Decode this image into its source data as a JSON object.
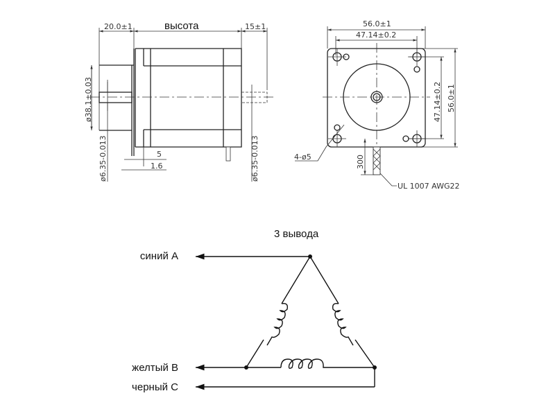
{
  "side_view": {
    "dim_flange": "20.0±1",
    "title_height": "высота",
    "dim_shaft_rear": "15±1",
    "dim_pilot": "ø38.1±0.03",
    "dim_shaft_front": "ø6.35-0.013",
    "dim_shaft_rear_dia": "ø6.35-0.013",
    "dim_5": "5",
    "dim_1_6": "1.6"
  },
  "front_view": {
    "dim_width": "56.0±1",
    "dim_hole_spacing": "47.14±0.2",
    "dim_hole_spacing_v": "47.14±0.2",
    "dim_height": "56.0±1",
    "dim_holes": "4-ø5",
    "dim_lead": "300",
    "wire_spec": "UL 1007 AWG22"
  },
  "wiring": {
    "title": "3 вывода",
    "wires": [
      {
        "label": "синий A"
      },
      {
        "label": "желтый B"
      },
      {
        "label": "черный C"
      }
    ]
  }
}
